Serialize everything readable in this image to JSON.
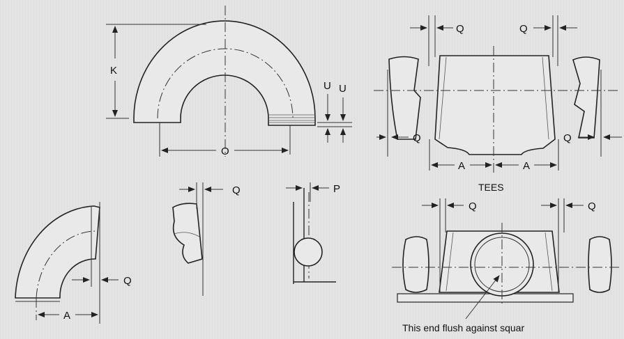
{
  "labels": {
    "K": "K",
    "U": "U",
    "O": "O",
    "Q": "Q",
    "A": "A",
    "P": "P",
    "tees": "TEES",
    "flush_note": "This end flush against squar"
  },
  "colors": {
    "background": "#e4e4e4",
    "line": "#222222"
  }
}
